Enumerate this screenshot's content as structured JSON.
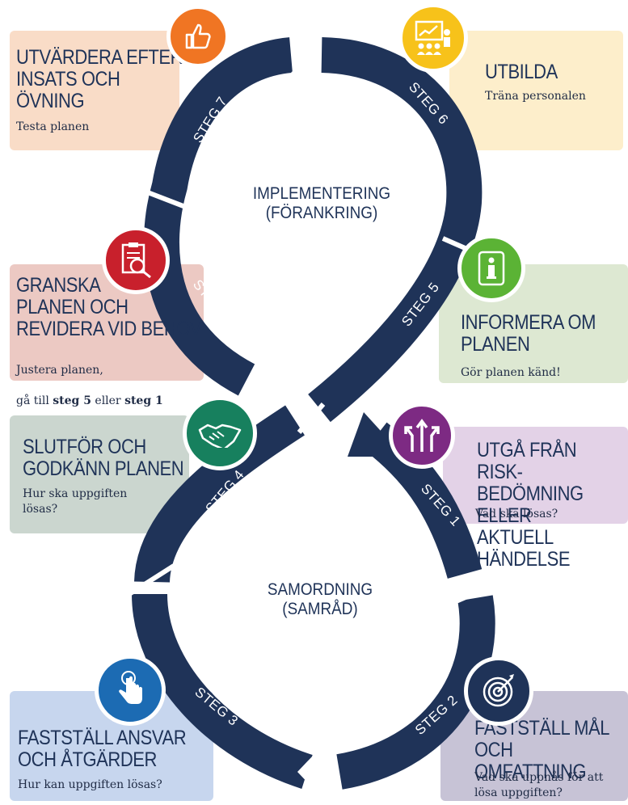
{
  "colors": {
    "loop": "#1f3358",
    "box_7": "#f9dcc7",
    "box_6": "#fdeecb",
    "box_8": "#ecc9c3",
    "box_5": "#dde8d2",
    "box_4": "#cbd6cf",
    "box_1": "#e3d2e7",
    "box_3": "#c7d6ee",
    "box_2": "#c7c3d6",
    "icon_7": "#f07523",
    "icon_6": "#f7c21a",
    "icon_8": "#c8202c",
    "icon_5": "#5bb335",
    "icon_4": "#17805e",
    "icon_1": "#7d2a83",
    "icon_3": "#1c6bb3",
    "icon_2": "#1f3358"
  },
  "center": {
    "top": "IMPLEMENTERING\n(FÖRANKRING)",
    "bottom": "SAMORDNING\n(SAMRÅD)"
  },
  "steps": {
    "s1": {
      "label": "STEG 1",
      "title": "UTGÅ FRÅN RISK-\nBEDÖMNING ELLER\nAKTUELL HÄNDELSE",
      "desc": "Vad ska lösas?",
      "icon": "arrows-up-icon"
    },
    "s2": {
      "label": "STEG 2",
      "title": "FASTSTÄLL MÅL\nOCH OMFATTNING",
      "desc": "Vad ska uppnås för att\nlösa uppgiften?",
      "icon": "target-icon"
    },
    "s3": {
      "label": "STEG 3",
      "title": "FASTSTÄLL ANSVAR\nOCH ÅTGÄRDER",
      "desc": "Hur kan uppgiften lösas?",
      "icon": "pointing-hand-icon"
    },
    "s4": {
      "label": "STEG 4",
      "title": "SLUTFÖR OCH\nGODKÄNN PLANEN",
      "desc": "Hur ska uppgiften\nlösas?",
      "icon": "handshake-icon"
    },
    "s5": {
      "label": "STEG 5",
      "title": "INFORMERA OM\nPLANEN",
      "desc": "Gör planen känd!",
      "icon": "info-icon"
    },
    "s6": {
      "label": "STEG 6",
      "title": "UTBILDA",
      "desc": "Träna personalen",
      "icon": "presentation-icon"
    },
    "s7": {
      "label": "STEG 7",
      "title": "UTVÄRDERA EFTER\nINSATS OCH\nÖVNING",
      "desc": "Testa planen",
      "icon": "thumbs-up-icon"
    },
    "s8": {
      "label": "STEG 8",
      "title": "GRANSKA\nPLANEN OCH\nREVIDERA VID BEHOV",
      "desc_line1": "Justera planen,",
      "desc_pre": "gå till ",
      "desc_b1": "steg 5",
      "desc_mid": " eller ",
      "desc_b2": "steg 1",
      "icon": "document-search-icon"
    }
  }
}
